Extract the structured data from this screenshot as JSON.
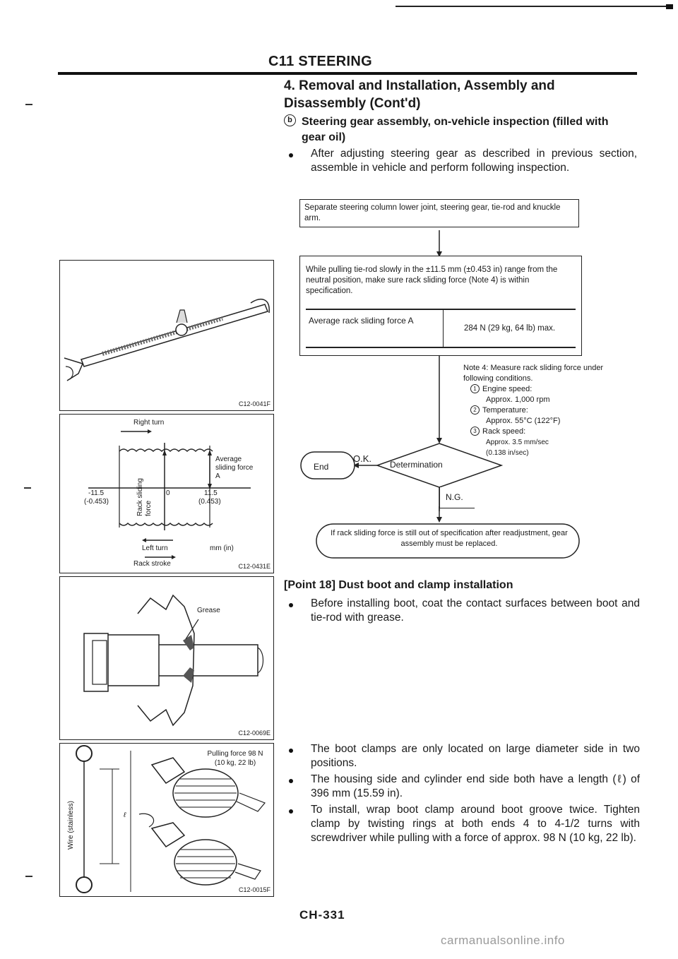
{
  "header": {
    "section": "C11 STEERING"
  },
  "heading": {
    "title": "4. Removal and Installation, Assembly and Disassembly (Cont'd)"
  },
  "subsection": {
    "marker": "b",
    "title": "Steering gear assembly, on-vehicle inspection (filled with gear oil)",
    "bullet": "After adjusting steering gear as described in previous section, assemble in vehicle and perform following inspection."
  },
  "flowchart": {
    "step1": "Separate steering column lower joint, steering gear, tie-rod and knuckle arm.",
    "step2": "While pulling tie-rod slowly in the ±11.5 mm (±0.453 in) range from the neutral position, make sure rack sliding force (Note 4) is within specification.",
    "spec_label": "Average rack sliding force A",
    "spec_value": "284 N (29 kg, 64 lb) max.",
    "note_title": "Note 4: Measure rack sliding force under following conditions.",
    "note_items": [
      {
        "num": "1",
        "label": "Engine speed:",
        "value": "Approx. 1,000 rpm"
      },
      {
        "num": "2",
        "label": "Temperature:",
        "value": "Approx. 55°C (122°F)"
      },
      {
        "num": "3",
        "label": "Rack speed:",
        "value": "Approx. 3.5 mm/sec (0.138 in/sec)"
      }
    ],
    "decision": "Determination",
    "ok_label": "O.K.",
    "end_label": "End",
    "ng_label": "N.G.",
    "ng_result": "If rack sliding force is still out of specification after readjustment, gear assembly must be replaced."
  },
  "figure1": {
    "id": "C12-0041F"
  },
  "figure2": {
    "id": "C12-0431E",
    "right_turn": "Right turn",
    "left_turn": "Left turn",
    "average_label": "Average sliding force A",
    "y_label": "Rack sliding force",
    "x_neg": "-11.5",
    "x_neg_in": "(-0.453)",
    "x_zero": "0",
    "x_pos": "11.5",
    "x_pos_in": "(0.453)",
    "x_label": "Rack stroke",
    "unit": "mm (in)"
  },
  "figure3": {
    "id": "C12-0069E",
    "grease_label": "Grease"
  },
  "figure4": {
    "id": "C12-0015F",
    "pull_label": "Pulling force 98 N (10 kg, 22 lb)",
    "wire_label": "Wire (stainless)",
    "length_symbol": "ℓ"
  },
  "point18": {
    "title": "[Point 18] Dust boot and clamp installation",
    "bullet1": "Before installing boot, coat the contact surfaces between boot and tie-rod with grease.",
    "bullet2": "The boot clamps are only located on large diameter side in two positions.",
    "bullet3": "The housing side and cylinder end side both have a length (ℓ) of 396 mm (15.59 in).",
    "bullet4": "To install, wrap boot clamp around boot groove twice. Tighten clamp by twisting rings at both ends 4 to 4-1/2 turns with screwdriver while pulling with a force of approx. 98 N (10 kg, 22 lb)."
  },
  "footer": {
    "page": "CH-331",
    "watermark": "carmanualsonline.info"
  }
}
